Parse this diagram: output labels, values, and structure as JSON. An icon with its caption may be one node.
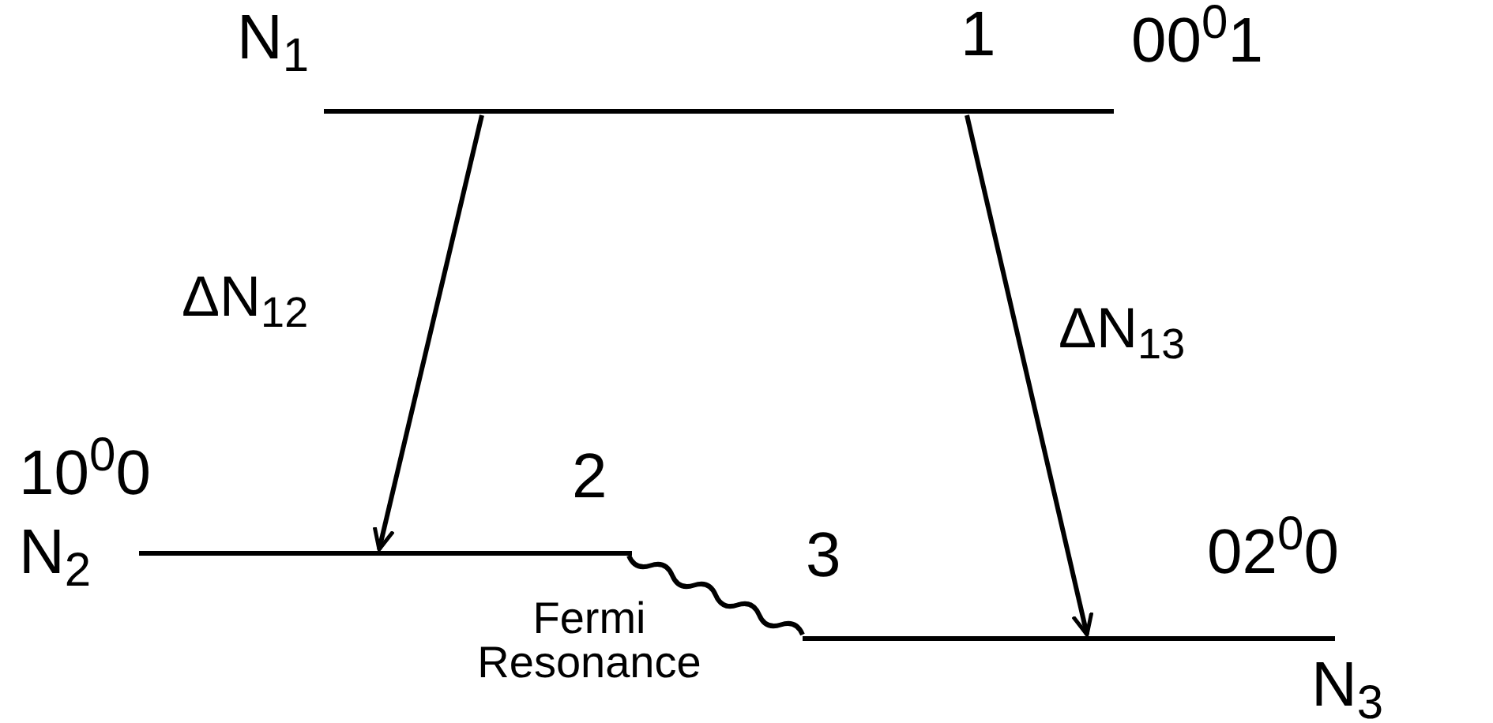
{
  "diagram": {
    "nodes": [
      {
        "text": [
          "1"
        ],
        "beside": [
          "N$_{1}$",
          "00$^{0}$1"
        ]
      },
      {
        "text": [
          "2"
        ],
        "beside": [
          "10$^{0}$0",
          "N$_{2}$"
        ]
      },
      {
        "text": [
          "3"
        ],
        "beside": [
          "02$^{0}$0",
          "N$_{3}$"
        ]
      }
    ],
    "edges": [
      {
        "from": 0,
        "to": 1,
        "arrow": "to",
        "label": "ΔN$_{12}$"
      },
      {
        "from": 0,
        "to": 2,
        "arrow": "to",
        "label": "ΔN$_{13}$"
      },
      {
        "from": 1,
        "to": 2,
        "arrow": "none",
        "label": "Fermi Resonance"
      }
    ]
  }
}
